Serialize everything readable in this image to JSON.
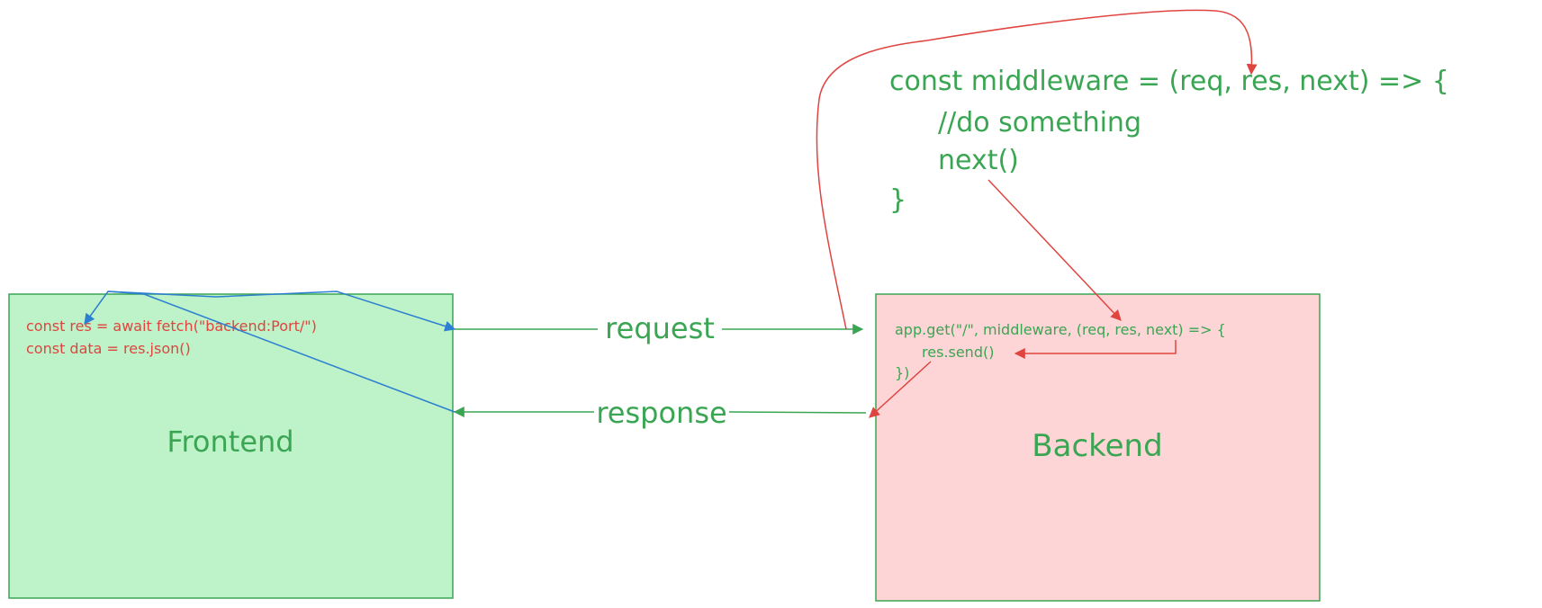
{
  "colors": {
    "frontend_fill": "#bef2c8",
    "frontend_stroke": "#3aa552",
    "backend_fill": "#fed5d6",
    "backend_stroke": "#3aa552",
    "green": "#3aa552",
    "red": "#e0443f",
    "blue": "#2c7fd1"
  },
  "frontend": {
    "label": "Frontend",
    "code": [
      "const res = await fetch(\"backend:Port/\")",
      "const data = res.json()"
    ]
  },
  "backend": {
    "label": "Backend",
    "code": [
      "app.get(\"/\", middleware, (req, res, next) => {",
      "res.send()",
      "})"
    ]
  },
  "middleware_code": [
    "const middleware = (req, res, next) => {",
    "//do something",
    "next()",
    "}"
  ],
  "arrows": {
    "request_label": "request",
    "response_label": "response"
  }
}
